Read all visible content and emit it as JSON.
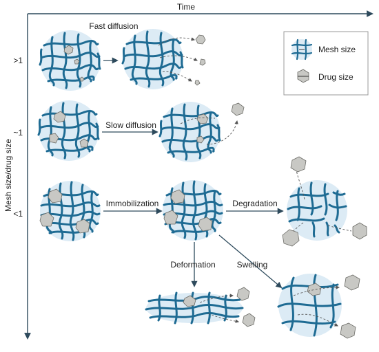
{
  "axes": {
    "time_label": "Time",
    "ratio_label": "Mesh size/drug size",
    "row_labels": [
      ">1",
      "~1",
      "<1"
    ]
  },
  "processes": {
    "fast": "Fast diffusion",
    "slow": "Slow diffusion",
    "immobilization": "Immobilization",
    "degradation": "Degradation",
    "deformation": "Deformation",
    "swelling": "Swelling"
  },
  "legend": {
    "mesh": "Mesh size",
    "drug": "Drug size"
  },
  "colors": {
    "mesh": "#1e6b93",
    "gel": "#dcebf5",
    "drug": "#c8c8c4",
    "axis": "#2d4a5c"
  }
}
